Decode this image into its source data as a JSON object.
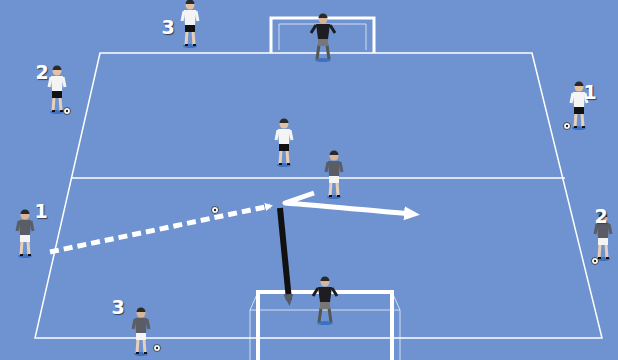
{
  "diagram": {
    "labels": [
      "3",
      "2",
      "1",
      "1",
      "2",
      "3"
    ]
  }
}
